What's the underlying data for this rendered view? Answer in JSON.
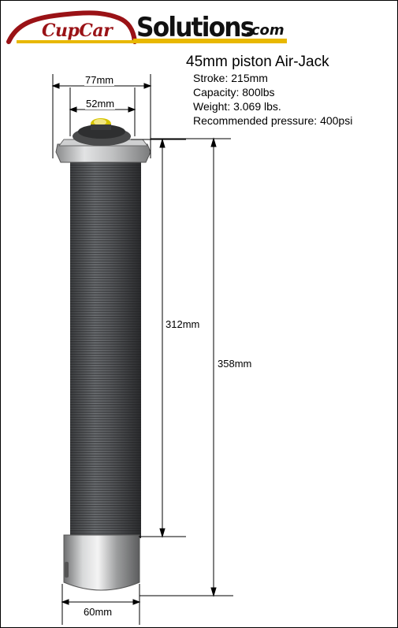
{
  "logo": {
    "script": "CupCar",
    "main": "Solutions",
    "suffix": ".com",
    "colors": {
      "red": "#9a1216",
      "gold": "#e8b800",
      "black": "#111111"
    }
  },
  "title": "45mm piston Air-Jack",
  "specs": [
    "Stroke: 215mm",
    "Capacity: 800lbs",
    "Weight: 3.069 lbs.",
    "Recommended pressure: 400psi"
  ],
  "dimensions": {
    "top_outer": "77mm",
    "top_inner": "52mm",
    "body_length": "312mm",
    "total_length": "358mm",
    "bottom_width": "60mm"
  }
}
